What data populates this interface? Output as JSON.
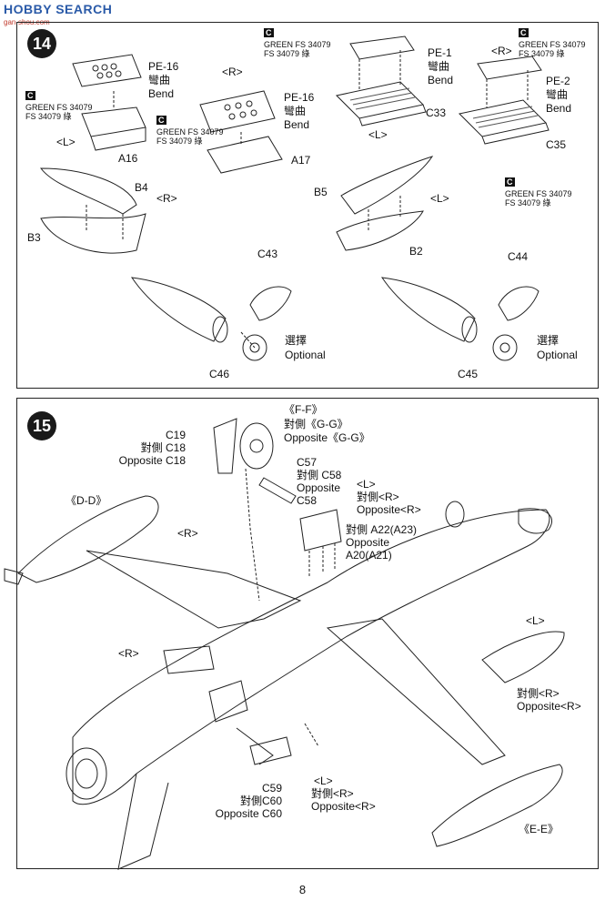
{
  "watermark": {
    "brand": "HOBBY SEARCH",
    "site": "gan-shou.com"
  },
  "step14": {
    "number": "14",
    "pe16_top": {
      "part": "PE-16",
      "zh": "彎曲",
      "en": "Bend"
    },
    "paint_top_left": {
      "code": "C",
      "name": "GREEN FS 34079",
      "alt": "FS 34079 綠"
    },
    "left_mark_1": "<L>",
    "a16": "A16",
    "right_mark_1": "<R>",
    "pe16_mid": {
      "part": "PE-16",
      "zh": "彎曲",
      "en": "Bend"
    },
    "paint_mid": {
      "code": "C",
      "name": "GREEN FS 34079",
      "alt": "FS 34079 綠"
    },
    "a17": "A17",
    "paint_top_center": {
      "code": "C",
      "name": "GREEN FS 34079",
      "alt": "FS 34079 綠"
    },
    "pe1": {
      "part": "PE-1",
      "zh": "彎曲",
      "en": "Bend"
    },
    "c33": "C33",
    "left_mark_2": "<L>",
    "paint_top_right": {
      "code": "C",
      "name": "GREEN FS 34079",
      "alt": "FS 34079 綠"
    },
    "right_mark_2": "<R>",
    "pe2": {
      "part": "PE-2",
      "zh": "彎曲",
      "en": "Bend"
    },
    "c35": "C35",
    "paint_right_lower": {
      "code": "C",
      "name": "GREEN FS 34079",
      "alt": "FS 34079 綠"
    },
    "b4": "B4",
    "right_mark_3": "<R>",
    "b3": "B3",
    "b5": "B5",
    "left_mark_3": "<L>",
    "b2": "B2",
    "c43": "C43",
    "c44": "C44",
    "optional_left": {
      "zh": "選擇",
      "en": "Optional"
    },
    "optional_right": {
      "zh": "選擇",
      "en": "Optional"
    },
    "c46": "C46",
    "c45": "C45"
  },
  "step15": {
    "number": "15",
    "ff": "《F-F》",
    "ff_opp": "對側《G-G》",
    "ff_opp_en": "Opposite《G-G》",
    "c19": "C19",
    "c18_opp": "對側 C18",
    "c18_opp_en": "Opposite C18",
    "c57": "C57",
    "c58_opp": "對側 C58",
    "c58_opp_en": "Opposite",
    "c58": "C58",
    "l_opp": "<L>",
    "l_opp_zh": "對側<R>",
    "l_opp_en": "Opposite<R>",
    "a22": "對側 A22(A23)",
    "a22_en": "Opposite",
    "a20": "A20(A21)",
    "dd": "《D-D》",
    "r_mark_wing": "<R>",
    "r_mark_left": "<R>",
    "l_mark_tank": "<L>",
    "tank_opp_zh": "對側<R>",
    "tank_opp_en": "Opposite<R>",
    "c59": "C59",
    "c60_opp": "對側C60",
    "c60_opp_en": "Opposite C60",
    "flap_l": "<L>",
    "flap_opp_zh": "對側<R>",
    "flap_opp_en": "Opposite<R>",
    "ee": "《E-E》"
  },
  "page_number": "8"
}
